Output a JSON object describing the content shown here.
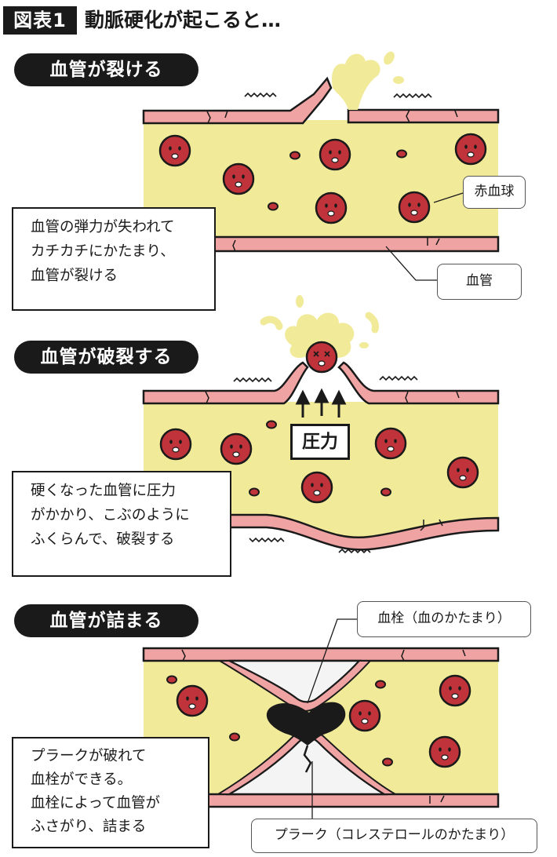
{
  "figure_tag": "図表1",
  "figure_title": "動脈硬化が起こると…",
  "panels": [
    {
      "heading": "血管が裂ける",
      "description": "血管の弾力が失われて\nカチカチにかたまり、\n血管が裂ける",
      "labels": {
        "rbc": "赤血球",
        "vessel": "血管"
      }
    },
    {
      "heading": "血管が破裂する",
      "description": "硬くなった血管に圧力\nがかかり、こぶのように\nふくらんで、破裂する",
      "pressure_label": "圧力"
    },
    {
      "heading": "血管が詰まる",
      "description": "プラークが破れて\n血栓ができる。\n血栓によって血管が\nふさがり、詰まる",
      "labels": {
        "thrombus": "血栓（血のかたまり）",
        "plaque": "プラーク（コレステロールのかたまり）"
      }
    }
  ],
  "colors": {
    "blood": "#f1ea99",
    "vessel_wall": "#f0a3a3",
    "rbc": "#c0333a",
    "plaque": "#f4f4f4",
    "thrombus": "#1a1a1a",
    "ink": "#1a1a1a"
  }
}
